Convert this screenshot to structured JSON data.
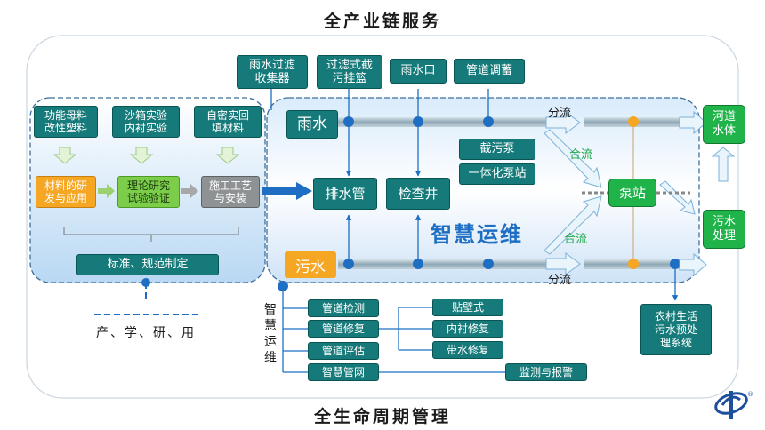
{
  "titles": {
    "top": "全产业链服务",
    "bottom": "全生命周期管理"
  },
  "research": {
    "top_boxes": [
      "功能母料\n改性塑料",
      "沙箱实验\n内衬实验",
      "自密实回\n填材料"
    ],
    "flow_boxes": [
      "材料的研\n发与应用",
      "理论研究\n试验验证",
      "施工工艺\n与安装"
    ],
    "standards": "标准、规范制定",
    "collab": "产、学、研、用"
  },
  "rain_side": {
    "top_boxes": [
      "雨水过滤\n收集器",
      "过滤式截\n污挂篮",
      "雨水口",
      "管道调蓄"
    ],
    "rain_label": "雨水",
    "sewage_label": "污水",
    "pipe_box": "排水管",
    "well_box": "检查井",
    "intercept_box": "截污泵",
    "integrated_box": "一体化泵站",
    "smart_ops": "智慧运维",
    "split_top": "分流",
    "split_bottom": "分流",
    "merge_top": "合流",
    "merge_bottom": "合流",
    "pump_station": "泵站",
    "river": "河道\n水体",
    "treatment": "污水\n处理",
    "rural": "农村生活\n污水预处\n理系统"
  },
  "ops": {
    "vertical_label": "智慧运维",
    "items": [
      "管道检测",
      "管道修复",
      "管道评估",
      "智慧管网"
    ],
    "repair_methods": [
      "贴壁式",
      "内衬修复",
      "带水修复"
    ],
    "monitor": "监测与报警"
  },
  "colors": {
    "teal": "#167a7a",
    "green": "#1fb34a",
    "orange": "#f5a623",
    "blue_accent": "#1e6fc4",
    "dashed_border": "#3f6f9c"
  }
}
